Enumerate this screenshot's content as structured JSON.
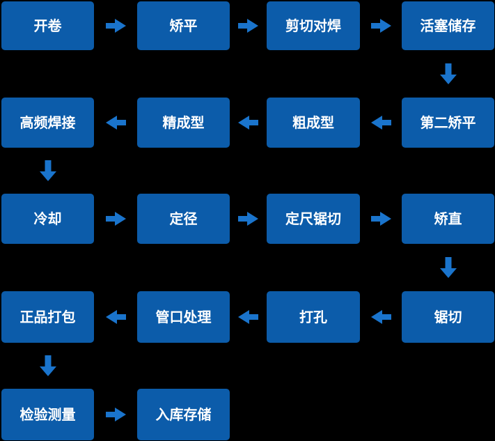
{
  "colors": {
    "background": "#000000",
    "box_fill": "#0c5caa",
    "arrow_fill": "#1a74cc",
    "label_text": "#ffffff"
  },
  "flow": {
    "rows": [
      {
        "direction": "left-to-right",
        "nodes": [
          "开卷",
          "矫平",
          "剪切对焊",
          "活塞储存"
        ]
      },
      {
        "direction": "right-to-left",
        "nodes": [
          "高频焊接",
          "精成型",
          "粗成型",
          "第二矫平"
        ]
      },
      {
        "direction": "left-to-right",
        "nodes": [
          "冷却",
          "定径",
          "定尺锯切",
          "矫直"
        ]
      },
      {
        "direction": "right-to-left",
        "nodes": [
          "正品打包",
          "管口处理",
          "打孔",
          "锯切"
        ]
      },
      {
        "direction": "left-to-right",
        "nodes": [
          "检验测量",
          "入库存储"
        ]
      }
    ],
    "vertical_connectors": [
      {
        "from": "活塞储存",
        "to": "第二矫平"
      },
      {
        "from": "高频焊接",
        "to": "冷却"
      },
      {
        "from": "矫直",
        "to": "锯切"
      },
      {
        "from": "正品打包",
        "to": "检验测量"
      }
    ],
    "process_order": [
      "开卷",
      "矫平",
      "剪切对焊",
      "活塞储存",
      "第二矫平",
      "粗成型",
      "精成型",
      "高频焊接",
      "冷却",
      "定径",
      "定尺锯切",
      "矫直",
      "锯切",
      "打孔",
      "管口处理",
      "正品打包",
      "检验测量",
      "入库存储"
    ]
  }
}
